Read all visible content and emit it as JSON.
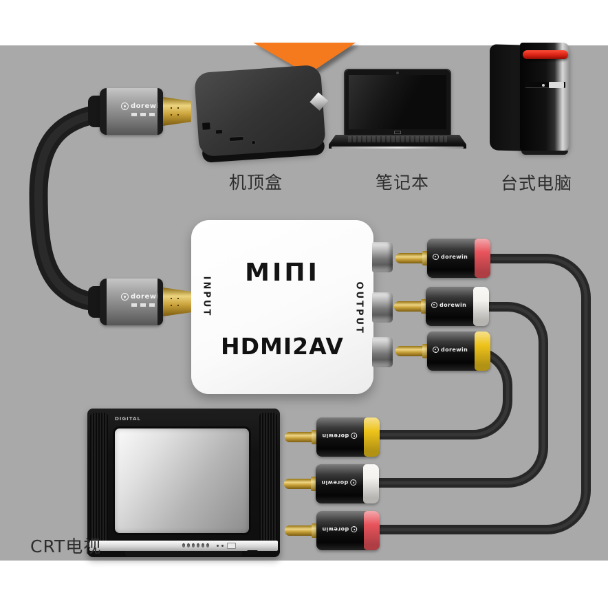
{
  "scene": {
    "background_color": "#a9a9a9",
    "band_color": "#ffffff",
    "ribbon_color": "#f57a1d"
  },
  "brand": {
    "name": "dorewin"
  },
  "top_row": {
    "set_top_box_label": "机顶盒",
    "laptop_label": "笔记本",
    "desktop_label": "台式电脑"
  },
  "converter": {
    "logo": "MIΠI",
    "model": "HDMI2AV",
    "input_label": "INPUT",
    "output_label": "OUTPUT"
  },
  "tv": {
    "label": "CRT电视",
    "panel_text": "DIGITAL"
  },
  "rca_colors": {
    "red": "#e8535b",
    "white": "#f4f2ee",
    "yellow": "#eec31a"
  }
}
